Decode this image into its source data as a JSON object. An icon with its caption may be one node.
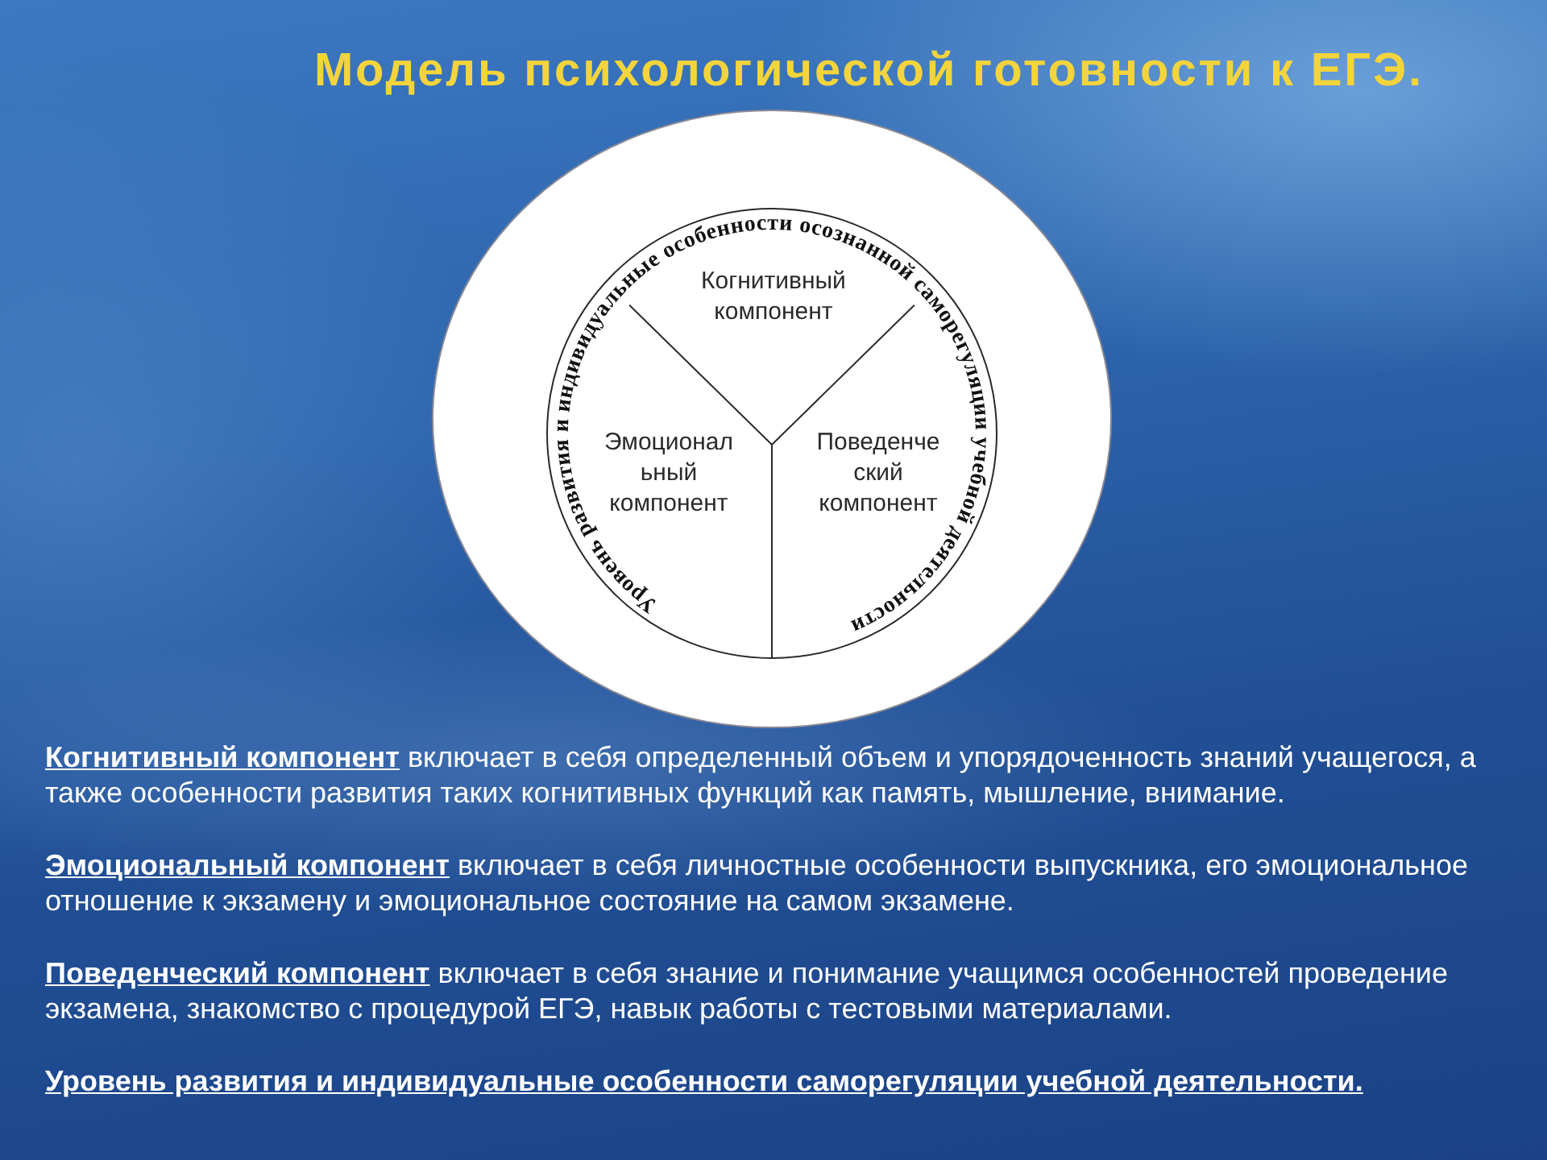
{
  "diagram": {
    "title": "Модель психологической готовности к ЕГЭ.",
    "nodes": [
      {
        "text": [],
        "shape": "circle"
      },
      {
        "text": [
          "Уровень развития и индивидуальные особенности осознанной саморегуляции учебной деятельности"
        ],
        "in": 0
      },
      {
        "text": [
          "Когнитивный компонент"
        ],
        "in": 1
      },
      {
        "text": [
          "Эмоционал ьный компонент"
        ],
        "in": 1
      },
      {
        "text": [
          "Поведенче ский компонент"
        ],
        "in": 1
      }
    ],
    "labels": [
      "**Когнитивный компонент** включает в себя определенный объем и упорядоченность знаний учащегося, а также особенности развития таких когнитивных функций как память, мышление, внимание.",
      "**Эмоциональный компонент** включает в себя личностные особенности выпускника, его эмоциональное отношение к экзамену и эмоциональное состояние на самом экзамене.",
      "**Поведенческий компонент** включает в себя знание и понимание учащимся особенностей проведение экзамена, знакомство с процедурой ЕГЭ, навык работы с тестовыми материалами.",
      "Уровень развития и индивидуальные особенности саморегуляции учебной деятельности."
    ]
  }
}
